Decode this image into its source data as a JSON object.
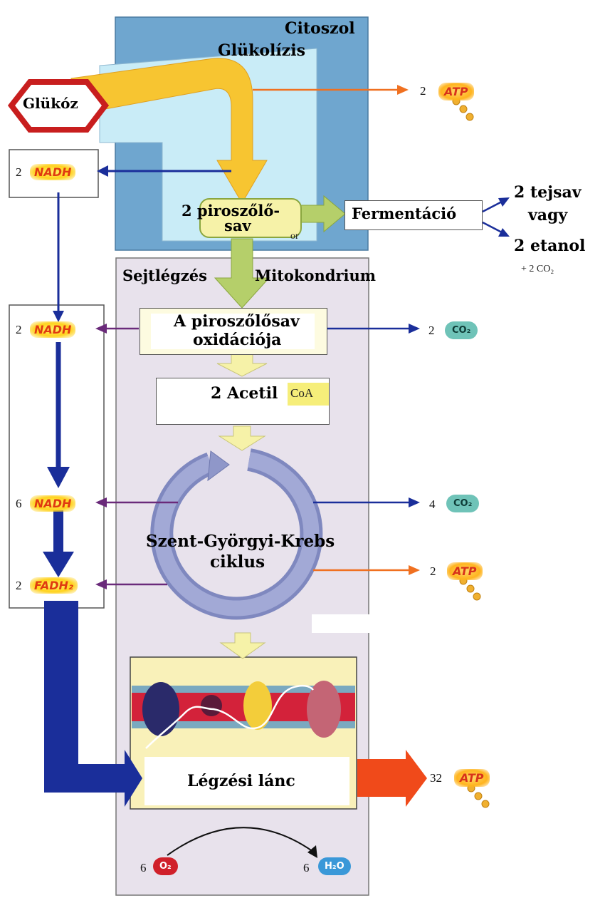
{
  "regions": {
    "cytosol": "Citoszol",
    "glycolysis": "Glükolízis",
    "respiration": "Sejtlégzés",
    "mitochondrion": "Mitokondrium"
  },
  "glucose": "Glükóz",
  "pyruvate": {
    "line1": "2 piroszőlő-",
    "line2": "sav"
  },
  "or_label": "or",
  "fermentation": "Fermentáció",
  "products": {
    "lactic": "2 tejsav",
    "or_word": "vagy",
    "ethanol": "2 etanol",
    "co2_note": "+ 2 CO₂"
  },
  "pyruvate_oxidation": {
    "line1": "A piroszőlősav",
    "line2": "oxidációja"
  },
  "acetyl": {
    "label": "2 Acetil",
    "coa": "CoA"
  },
  "krebs": {
    "line1": "Szent-Györgyi-Krebs",
    "line2": "ciklus"
  },
  "chain": "Légzési lánc",
  "outputs": {
    "glyco_atp": {
      "count": "2",
      "name": "ATP"
    },
    "glyco_nadh": {
      "count": "2",
      "name": "NADH"
    },
    "ox_nadh": {
      "count": "2",
      "name": "NADH"
    },
    "ox_co2": {
      "count": "2",
      "name": "CO₂"
    },
    "krebs_nadh": {
      "count": "6",
      "name": "NADH"
    },
    "krebs_co2": {
      "count": "4",
      "name": "CO₂"
    },
    "krebs_fadh": {
      "count": "2",
      "name": "FADH₂"
    },
    "krebs_atp": {
      "count": "2",
      "name": "ATP"
    },
    "chain_atp": {
      "count": "32",
      "name": "ATP"
    },
    "o2": {
      "count": "6",
      "name": "O₂"
    },
    "h2o": {
      "count": "6",
      "name": "H₂O"
    }
  },
  "colors": {
    "cytosol_outer": "#6fa6cf",
    "cytosol_inner": "#c9ecf7",
    "mito_bg": "#e8e2ec",
    "nadh_arrow": "#1a2e9a",
    "atp_arrow": "#f07020",
    "purple_arrow": "#6a2a7a",
    "glycolysis_arrow": "#f7c531",
    "pyruvate_arrow": "#b5cf6a",
    "krebs_ring": "#8f97c9",
    "chain_atp_arrow": "#f04a1a"
  }
}
